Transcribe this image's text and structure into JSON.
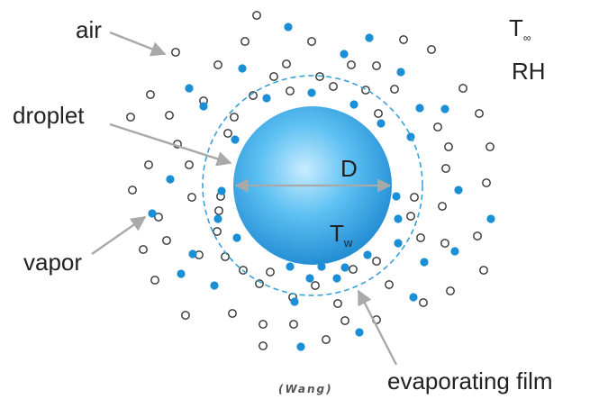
{
  "labels": {
    "air": "air",
    "droplet": "droplet",
    "vapor": "vapor",
    "evaporating_film": "evaporating film",
    "diameter": "D",
    "wall_temp_base": "T",
    "wall_temp_sub": "w",
    "ambient_temp_base": "T",
    "ambient_temp_sub": "∞",
    "humidity": "RH",
    "credit": "(Wang)"
  },
  "colors": {
    "vapor_dot": "#1a8fd6",
    "air_dot_stroke": "#333333",
    "film_ring": "#3aa0d8",
    "droplet_light": "#c9ecff",
    "droplet_mid": "#36adec",
    "droplet_dark": "#1b86cf",
    "arrow": "#a9a9a9"
  },
  "legend_semantics": {
    "air_molecule": "hollow-circle-icon",
    "vapor_molecule": "filled-blue-dot-icon"
  }
}
